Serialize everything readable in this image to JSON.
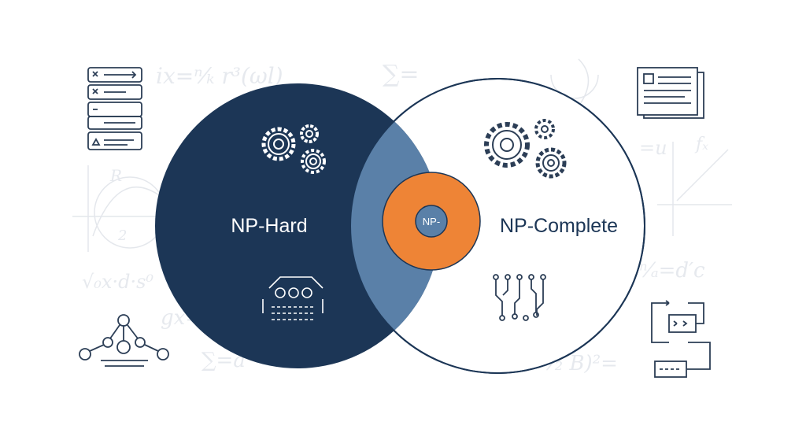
{
  "labels": {
    "np_hard": "NP-Hard",
    "np_complete": "NP-Complete",
    "np_center": "NP-"
  },
  "background_formulas": [
    "ix=ⁿ⁄ₖ r³(ωl)",
    "∑=",
    "√₀x·d·s⁰",
    "gx=",
    "∑=a",
    "ⁿ⁄ₐ=d′c",
    "¹⁄₂ B)²=",
    "=u",
    "fₓ",
    "R",
    "2"
  ],
  "colors": {
    "np_hard_fill": "#1c3656",
    "overlap_fill": "#5a80a8",
    "np_complete_fill": "#ffffff",
    "np_complete_stroke": "#1c3656",
    "center_ring": "#ee8436",
    "center_core": "#5a80a8",
    "icon_stroke": "#2c3e56",
    "icon_stroke_light": "#ffffff"
  },
  "icons": {
    "hard_gears": "gears-icon",
    "hard_flowchart": "process-flow-icon",
    "complete_gears": "gears-icon",
    "complete_circuit": "circuit-icon",
    "checklist": "checklist-icon",
    "tree": "tree-graph-icon",
    "document": "document-icon",
    "flow_diagram": "flow-diagram-icon"
  }
}
